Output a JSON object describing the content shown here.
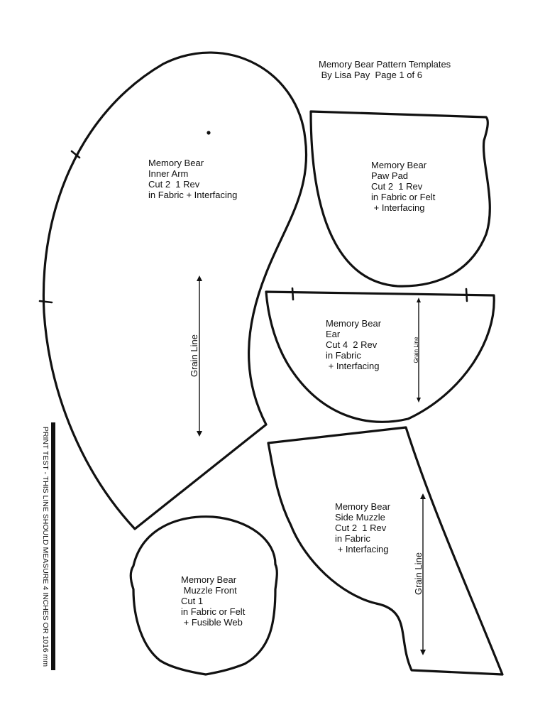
{
  "header": {
    "title_line1": "Memory Bear Pattern Templates",
    "title_line2": " By Lisa Pay  Page 1 of 6"
  },
  "pieces": {
    "inner_arm": {
      "label": "Memory Bear\nInner Arm\nCut 2  1 Rev\nin Fabric + Interfacing",
      "grain": "Grain Line"
    },
    "paw_pad": {
      "label": "Memory Bear\nPaw Pad\nCut 2  1 Rev\nin Fabric or Felt\n + Interfacing"
    },
    "ear": {
      "label": "Memory Bear\nEar\nCut 4  2 Rev\nin Fabric\n + Interfacing",
      "grain": "Grain Line"
    },
    "side_muzzle": {
      "label": "Memory Bear\nSide Muzzle\nCut 2  1 Rev\nin Fabric\n + Interfacing",
      "grain": "Grain Line"
    },
    "muzzle_front": {
      "label": "Memory Bear\n Muzzle Front\nCut 1\nin Fabric or Felt\n + Fusible Web"
    }
  },
  "print_test": {
    "label": "PRINT TEST - THIS LINE SHOULD MEASURE 4 INCHES OR 1016 mm"
  },
  "colors": {
    "ink": "#111111",
    "paper": "#ffffff"
  }
}
